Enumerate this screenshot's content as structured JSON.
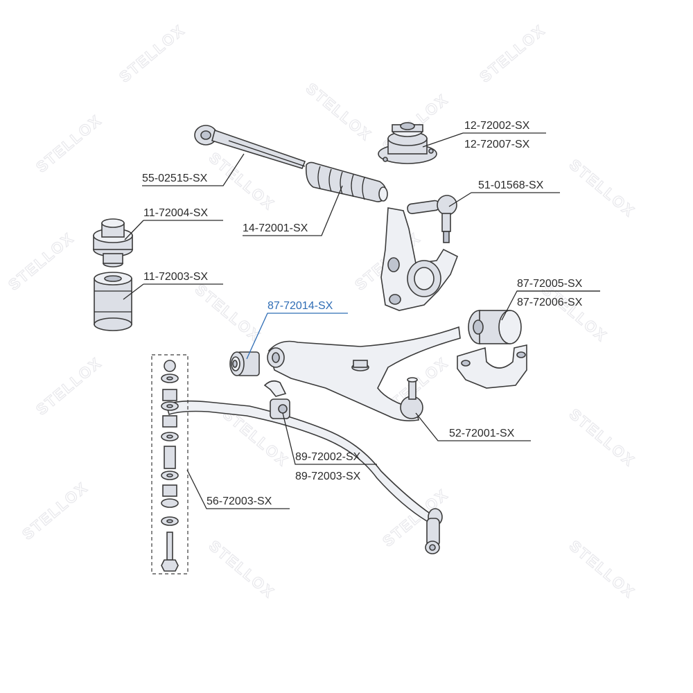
{
  "watermark": {
    "text": "STELLOX"
  },
  "labels": {
    "p55_02515": "55-02515-SX",
    "p14_72001": "14-72001-SX",
    "p12_72002": "12-72002-SX",
    "p12_72007": "12-72007-SX",
    "p51_01568": "51-01568-SX",
    "p11_72004": "11-72004-SX",
    "p11_72003": "11-72003-SX",
    "p87_72014": "87-72014-SX",
    "p87_72005": "87-72005-SX",
    "p87_72006": "87-72006-SX",
    "p52_72001": "52-72001-SX",
    "p89_72002": "89-72002-SX",
    "p89_72003": "89-72003-SX",
    "p56_72003": "56-72003-SX"
  },
  "colors": {
    "highlight": "#2f6db5",
    "text": "#2a2a2a"
  }
}
